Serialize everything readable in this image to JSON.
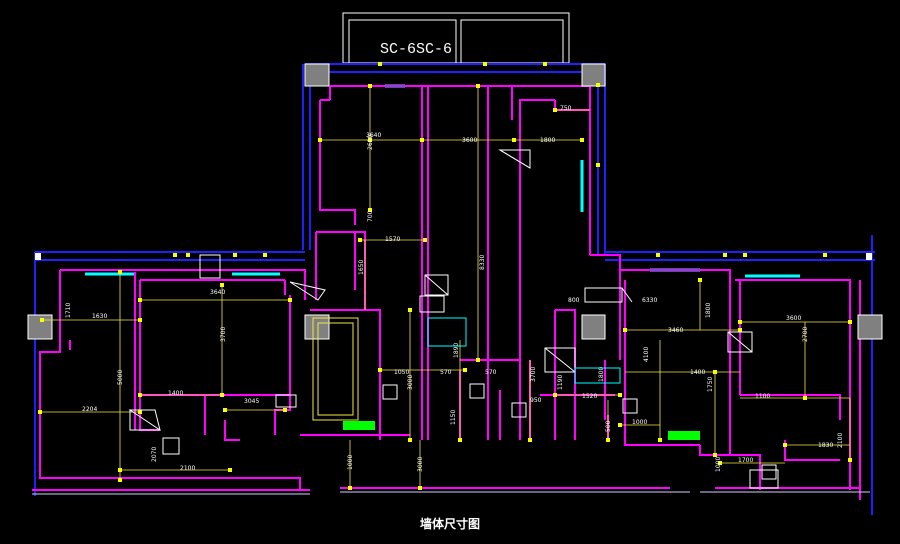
{
  "drawing": {
    "title": "墙体尺寸图",
    "top_labels": [
      "SC-6",
      "SC-6"
    ],
    "colors": {
      "wall": "#ff00ff",
      "dimension": "#f5e642",
      "tick": "#f8ff00",
      "window": "#0000ff",
      "glass": "#00ffff",
      "column_fill": "#808080",
      "fixture": "#ffffff",
      "green_mark": "#00ff00",
      "border": "#ffffff"
    },
    "dimensions": [
      "750",
      "3640",
      "3600",
      "1800",
      "2600",
      "700",
      "1570",
      "1650",
      "8330",
      "800",
      "3640",
      "1630",
      "1710",
      "3700",
      "5000",
      "1400",
      "3045",
      "2204",
      "2070",
      "2100",
      "1050",
      "570",
      "3000",
      "1150",
      "3000",
      "1890",
      "570",
      "3700",
      "1800",
      "1190",
      "1520",
      "950",
      "500",
      "1000",
      "6330",
      "3460",
      "1800",
      "3600",
      "4100",
      "2700",
      "1400",
      "1750",
      "1100",
      "1700",
      "1830",
      "2100",
      "1000",
      "1000"
    ]
  }
}
